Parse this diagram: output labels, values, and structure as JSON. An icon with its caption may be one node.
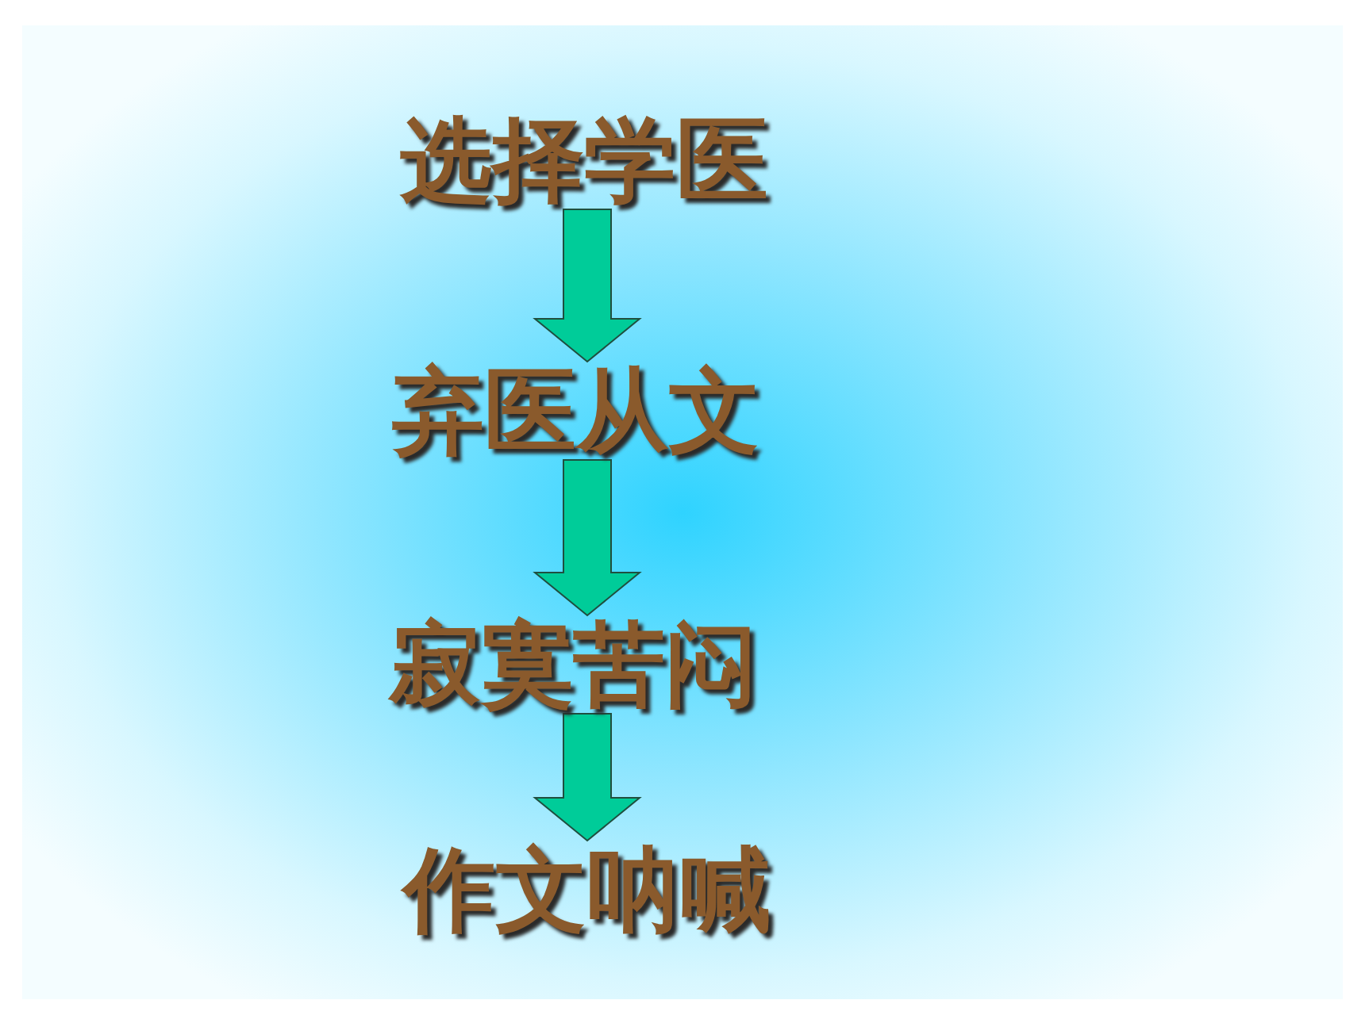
{
  "diagram": {
    "nodes": [
      {
        "text": [
          "选择学医"
        ]
      },
      {
        "text": [
          "弃医从文"
        ]
      },
      {
        "text": [
          "寂寞苦闷"
        ]
      },
      {
        "text": [
          "作文呐喊"
        ]
      }
    ],
    "edges": [
      {
        "from": 0,
        "to": 1,
        "arrow": "to"
      },
      {
        "from": 1,
        "to": 2,
        "arrow": "to"
      },
      {
        "from": 2,
        "to": 3,
        "arrow": "to"
      }
    ]
  }
}
